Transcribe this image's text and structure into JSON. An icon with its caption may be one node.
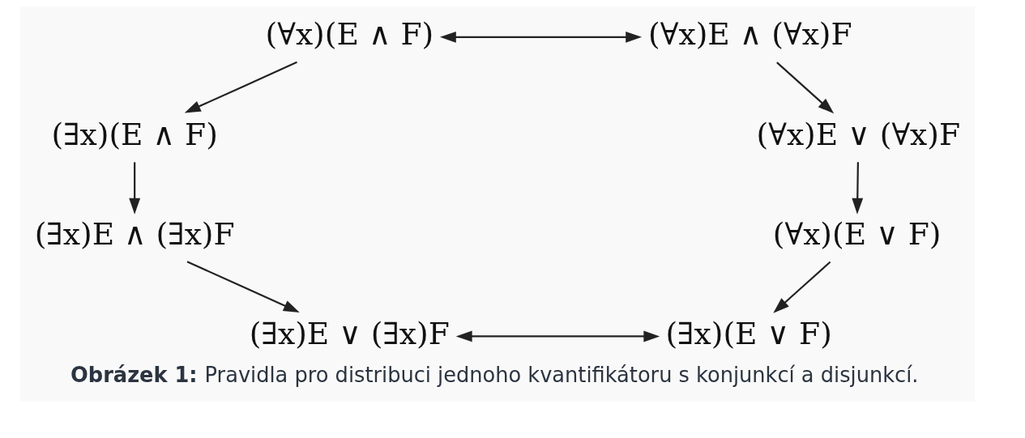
{
  "diagram": {
    "caption": "**Obrázek 1:** Pravidla pro distribuci jednoho kvantifikátoru s konjunkcí a disjunkcí.",
    "nodes": [
      {
        "text": [
          "(∀x)(E ∧ F)"
        ]
      },
      {
        "text": [
          "(∀x)E ∧ (∀x)F"
        ]
      },
      {
        "text": [
          "(∃x)(E ∧ F)"
        ]
      },
      {
        "text": [
          "(∀x)E ∨ (∀x)F"
        ]
      },
      {
        "text": [
          "(∃x)E ∧ (∃x)F"
        ]
      },
      {
        "text": [
          "(∀x)(E ∨ F)"
        ]
      },
      {
        "text": [
          "(∃x)E ∨ (∃x)F"
        ]
      },
      {
        "text": [
          "(∃x)(E ∨ F)"
        ]
      }
    ],
    "edges": [
      {
        "from": 0,
        "to": 1,
        "arrow": "both"
      },
      {
        "from": 0,
        "to": 2,
        "arrow": "to"
      },
      {
        "from": 1,
        "to": 3,
        "arrow": "to"
      },
      {
        "from": 2,
        "to": 4,
        "arrow": "to"
      },
      {
        "from": 3,
        "to": 5,
        "arrow": "to"
      },
      {
        "from": 4,
        "to": 6,
        "arrow": "to"
      },
      {
        "from": 5,
        "to": 7,
        "arrow": "to"
      },
      {
        "from": 6,
        "to": 7,
        "arrow": "both"
      }
    ]
  }
}
